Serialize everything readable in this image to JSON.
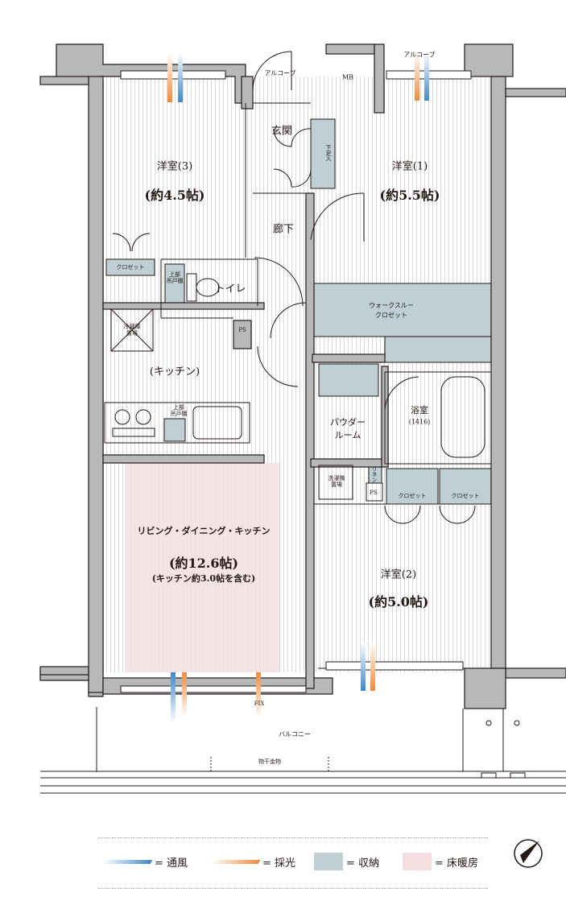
{
  "rooms": {
    "western3": {
      "name": "洋室(3)",
      "size": "(約4.5帖)"
    },
    "western1": {
      "name": "洋室(1)",
      "size": "(約5.5帖)"
    },
    "western2": {
      "name": "洋室(2)",
      "size": "(約5.0帖)"
    },
    "ldk": {
      "name": "リビング・ダイニング・キッチン",
      "size": "(約12.6帖)",
      "note": "(キッチン約3.0帖を含む)"
    },
    "kitchen": "(キッチン)",
    "entrance": "玄関",
    "hallway": "廊下",
    "toilet": "トイレ",
    "powder": "パウダー\nルーム",
    "bath": {
      "name": "浴室",
      "size": "(1416)"
    },
    "walkthrough": "ウォークスルー\nクロゼット",
    "balcony": "バルコニー",
    "alcove_left": "アルコーブ",
    "alcove_right": "アルコーブ",
    "mb": "MB"
  },
  "storage": {
    "closet_w3": "クロゼット",
    "closet_w2a": "クロゼット",
    "closet_w2b": "クロゼット",
    "shoes": "下足入",
    "fridge": "冷蔵庫\n置場",
    "washer": "洗濯機\n置場",
    "upper_cabinet": "上部\n吊戸棚",
    "toilet_cabinet": "上部\n吊戸棚",
    "linen": "リネン",
    "ps1": "PS",
    "ps2": "PS",
    "fix": "FIX",
    "laundry_hanger": "物干金物"
  },
  "legend": {
    "ventilation": "= 通風",
    "daylight": "= 採光",
    "storage": "= 収納",
    "floor_heating": "= 床暖房"
  },
  "colors": {
    "wall": "#b7b8b9",
    "storage": "#bfcfd5",
    "floor_heating": "#f6dfe2",
    "ventilation": "#3f87c7",
    "daylight": "#ef8a3a",
    "line": "#231815"
  }
}
